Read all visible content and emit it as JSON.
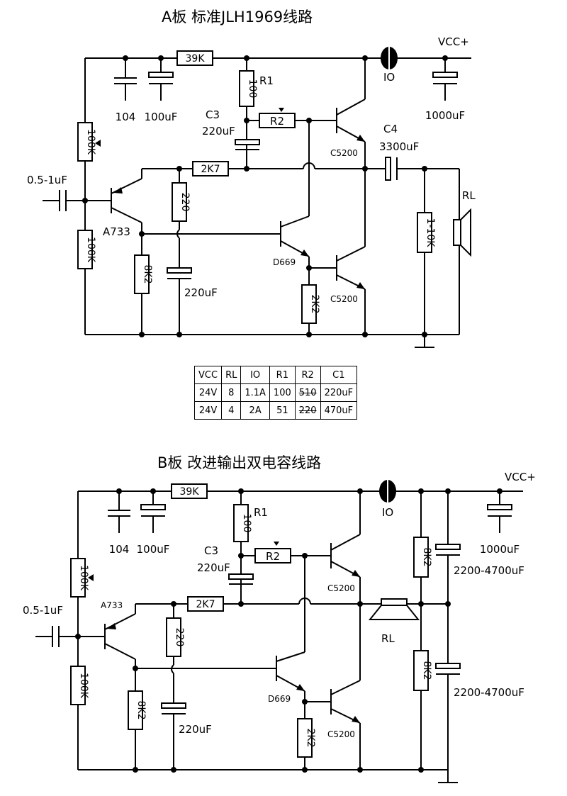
{
  "boardA": {
    "title": "A板  标准JLH1969线路",
    "vcc": "VCC+",
    "r39k": "39K",
    "c104": "104",
    "c100uf": "100uF",
    "r1_label": "R1",
    "r1_value": "100",
    "r2_label": "R2",
    "c3_label": "C3",
    "c3_value": "220uF",
    "c4_label": "C4",
    "c4_value": "3300uF",
    "fuse": "IO",
    "c1000uf": "1000uF",
    "pot100k": "100K",
    "r100k": "100K",
    "input_cap": "0.5-1uF",
    "r2k7": "2K7",
    "r220": "220",
    "q_a733": "A733",
    "q_d669": "D669",
    "q_c5200_top": "C5200",
    "q_c5200_bottom": "C5200",
    "r8k2": "8K2",
    "r2k2": "2K2",
    "c220uf": "220uF",
    "rl_load": "1-10K",
    "speaker": "RL"
  },
  "table": {
    "headers": [
      "VCC",
      "RL",
      "IO",
      "R1",
      "R2",
      "C1"
    ],
    "rows": [
      [
        "24V",
        "8",
        "1.1A",
        "100",
        "510",
        "220uF"
      ],
      [
        "24V",
        "4",
        "2A",
        "51",
        "220",
        "470uF"
      ]
    ]
  },
  "boardB": {
    "title": "B板  改进输出双电容线路",
    "vcc": "VCC+",
    "r39k": "39K",
    "c104": "104",
    "c100uf": "100uF",
    "r1_label": "R1",
    "r1_value": "100",
    "r2_label": "R2",
    "c3_label": "C3",
    "c3_value": "220uF",
    "fuse": "IO",
    "c1000uf": "1000uF",
    "pot100k": "100K",
    "r100k": "100K",
    "input_cap": "0.5-1uF",
    "r2k7": "2K7",
    "r220": "220",
    "q_a733": "A733",
    "q_d669": "D669",
    "q_c5200_top": "C5200",
    "q_c5200_bottom": "C5200",
    "r8k2": "8K2",
    "r2k2": "2K2",
    "c220uf": "220uF",
    "r8k2_top": "8K2",
    "r8k2_bottom": "8K2",
    "c_out_top": "2200-4700uF",
    "c_out_bottom": "2200-4700uF",
    "speaker": "RL"
  }
}
